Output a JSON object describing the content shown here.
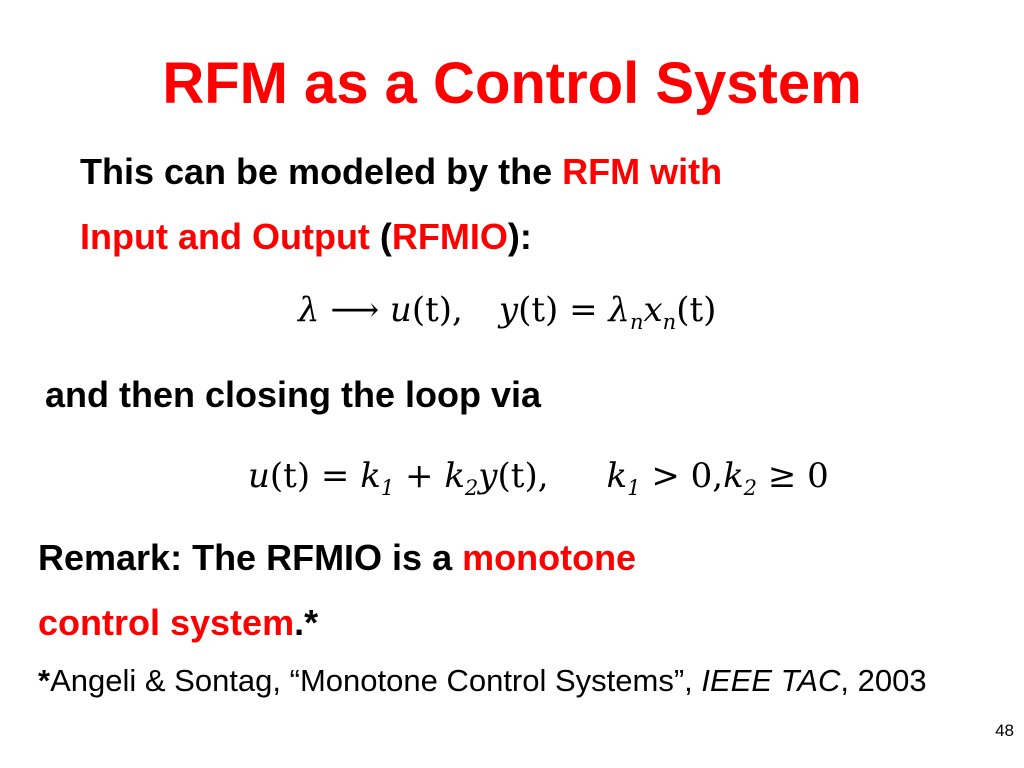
{
  "slide": {
    "title": "RFM as a Control System",
    "intro": {
      "part1": "This can be modeled by the ",
      "part2_red": "RFM with",
      "part3_red": "Input and Output",
      "part4": " (",
      "part5_red": "RFMIO",
      "part6": "):"
    },
    "equation1": {
      "lambda": "λ",
      "arrow": " ⟶ ",
      "u_t": "u",
      "t1": "(t)",
      "comma": ",",
      "y": "y",
      "t2": "(t)",
      "eq": " = ",
      "lambda_n": "λ",
      "sub_n1": "n",
      "x": "x",
      "sub_n2": "n",
      "t3": "(t)"
    },
    "closing_text": "and then closing the loop via",
    "equation2": {
      "u": "u",
      "t1": "(t)",
      "eq": " = ",
      "k1": "k",
      "sub1": "1",
      "plus": " + ",
      "k2": "k",
      "sub2": "2",
      "y": "y",
      "t2": "(t)",
      "comma": ",",
      "k1b": "k",
      "sub1b": "1",
      "gt": " > 0,",
      "k2b": "k",
      "sub2b": "2",
      "ge": " ≥ 0"
    },
    "remark": {
      "part1": "Remark: The RFMIO is a ",
      "part2_red": "monotone",
      "part3_red": "control system",
      "part4": ".*"
    },
    "reference": {
      "star": "*",
      "text": "Angeli & Sontag, “Monotone Control Systems”, ",
      "journal": "IEEE TAC",
      "year": ", 2003"
    },
    "page_number": "48"
  }
}
